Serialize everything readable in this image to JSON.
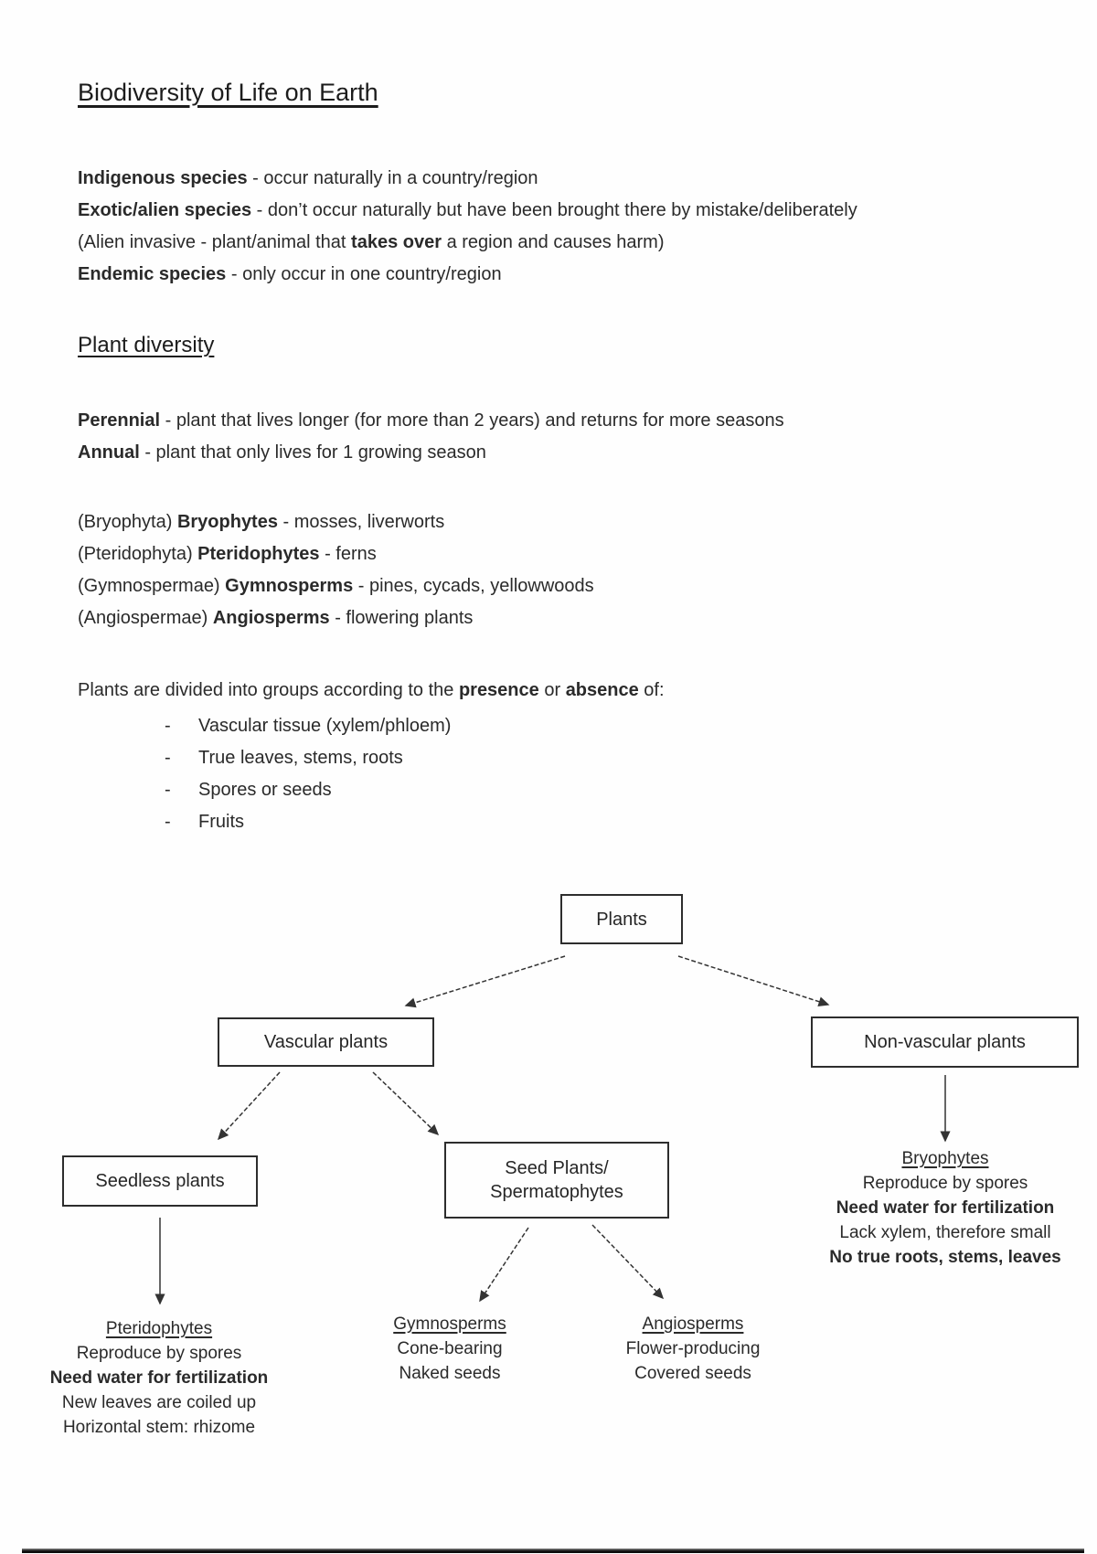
{
  "title": "Biodiversity of Life on Earth",
  "section_heading": "Plant diversity",
  "intro_lines": [
    {
      "segments": [
        {
          "text": "Indigenous species",
          "bold": true
        },
        {
          "text": " - occur naturally in a country/region",
          "bold": false
        }
      ]
    },
    {
      "segments": [
        {
          "text": "Exotic/alien species",
          "bold": true
        },
        {
          "text": " - don’t occur naturally but have been brought there by mistake/deliberately",
          "bold": false
        }
      ]
    },
    {
      "segments": [
        {
          "text": "(Alien invasive - plant/animal that ",
          "bold": false
        },
        {
          "text": "takes over",
          "bold": true
        },
        {
          "text": " a region and causes harm)",
          "bold": false
        }
      ]
    },
    {
      "segments": [
        {
          "text": "Endemic species",
          "bold": true
        },
        {
          "text": " - only occur in one country/region",
          "bold": false
        }
      ]
    }
  ],
  "perennial_lines": [
    {
      "segments": [
        {
          "text": "Perennial",
          "bold": true
        },
        {
          "text": " - plant that lives longer (for more than 2 years) and returns for more seasons",
          "bold": false
        }
      ]
    },
    {
      "segments": [
        {
          "text": "Annual",
          "bold": true
        },
        {
          "text": " - plant that only lives for 1 growing season",
          "bold": false
        }
      ]
    }
  ],
  "phyla_lines": [
    {
      "segments": [
        {
          "text": "(Bryophyta) ",
          "bold": false
        },
        {
          "text": "Bryophytes",
          "bold": true
        },
        {
          "text": " - mosses, liverworts",
          "bold": false
        }
      ]
    },
    {
      "segments": [
        {
          "text": "(Pteridophyta) ",
          "bold": false
        },
        {
          "text": "Pteridophytes",
          "bold": true
        },
        {
          "text": " - ferns",
          "bold": false
        }
      ]
    },
    {
      "segments": [
        {
          "text": "(Gymnospermae) ",
          "bold": false
        },
        {
          "text": "Gymnosperms",
          "bold": true
        },
        {
          "text": " - pines, cycads, yellowwoods",
          "bold": false
        }
      ]
    },
    {
      "segments": [
        {
          "text": "(Angiospermae) ",
          "bold": false
        },
        {
          "text": "Angiosperms",
          "bold": true
        },
        {
          "text": " - flowering plants",
          "bold": false
        }
      ]
    }
  ],
  "division_lines": [
    {
      "segments": [
        {
          "text": "Plants are divided into groups according to the ",
          "bold": false
        },
        {
          "text": "presence",
          "bold": true
        },
        {
          "text": " or ",
          "bold": false
        },
        {
          "text": "absence",
          "bold": true
        },
        {
          "text": " of:",
          "bold": false
        }
      ]
    }
  ],
  "bullet_items": [
    "Vascular tissue (xylem/phloem)",
    "True leaves, stems, roots",
    "Spores or seeds",
    "Fruits"
  ],
  "flowchart": {
    "nodes": {
      "plants": {
        "label": "Plants"
      },
      "vascular": {
        "label": "Vascular plants"
      },
      "nonvascular": {
        "label": "Non-vascular plants"
      },
      "seedless": {
        "label": "Seedless plants"
      },
      "seed_plants_line1": "Seed Plants/",
      "seed_plants_line2": "Spermatophytes"
    },
    "edges": [
      {
        "from": "plants",
        "to": "vascular"
      },
      {
        "from": "plants",
        "to": "nonvascular"
      },
      {
        "from": "vascular",
        "to": "seedless"
      },
      {
        "from": "vascular",
        "to": "seed_plants"
      },
      {
        "from": "nonvascular",
        "to": "bryophytes"
      },
      {
        "from": "seedless",
        "to": "pteridophytes"
      },
      {
        "from": "seed_plants",
        "to": "gymnosperms"
      },
      {
        "from": "seed_plants",
        "to": "angiosperms"
      }
    ],
    "leaves": {
      "bryophytes": {
        "title": "Bryophytes",
        "lines": [
          {
            "text": "Reproduce by spores",
            "bold": false
          },
          {
            "text": "Need water for fertilization",
            "bold": true
          },
          {
            "text": "Lack xylem, therefore small",
            "bold": false
          },
          {
            "text": "No true roots, stems, leaves",
            "bold": true
          }
        ]
      },
      "pteridophytes": {
        "title": "Pteridophytes",
        "lines": [
          {
            "text": "Reproduce by spores",
            "bold": false
          },
          {
            "text": "Need water for fertilization",
            "bold": true
          },
          {
            "text": "New leaves are coiled up",
            "bold": false
          },
          {
            "text": "Horizontal stem: rhizome",
            "bold": false
          }
        ]
      },
      "gymnosperms": {
        "title": "Gymnosperms",
        "lines": [
          {
            "text": "Cone-bearing",
            "bold": false
          },
          {
            "text": "Naked seeds",
            "bold": false
          }
        ]
      },
      "angiosperms": {
        "title": "Angiosperms",
        "lines": [
          {
            "text": "Flower-producing",
            "bold": false
          },
          {
            "text": "Covered seeds",
            "bold": false
          }
        ]
      }
    }
  },
  "colors": {
    "text": "#262626",
    "box_border": "#2d2d2d",
    "bottom_rule": "#0d0d0d",
    "background": "#fefefe"
  }
}
